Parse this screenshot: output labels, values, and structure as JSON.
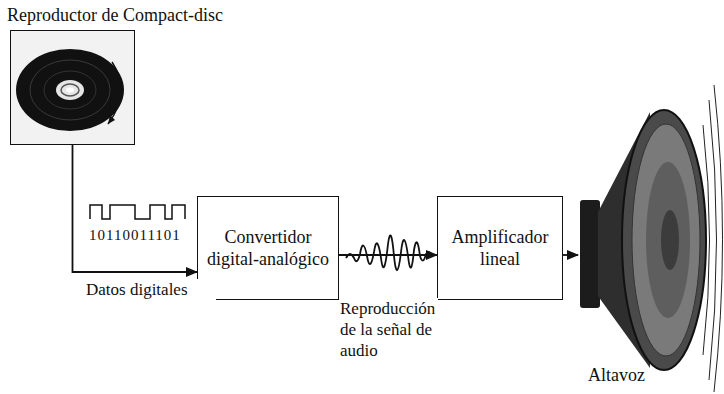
{
  "diagram": {
    "nodes": [
      {
        "text": [
          "Reproductor de Compact-disc"
        ]
      },
      {
        "text": [
          "Convertidor digital-analógico"
        ]
      },
      {
        "text": [
          "Amplificador lineal"
        ]
      },
      {
        "text": [
          "Altavoz"
        ]
      }
    ],
    "edges": [
      {
        "from": 0,
        "to": 1,
        "arrow": "to",
        "label": "Datos digitales"
      },
      {
        "from": 1,
        "to": 2,
        "arrow": "to",
        "label": "Reproducción de la señal de audio"
      },
      {
        "from": 2,
        "to": 3,
        "arrow": "to"
      }
    ],
    "labels": [
      "10110011101"
    ]
  }
}
